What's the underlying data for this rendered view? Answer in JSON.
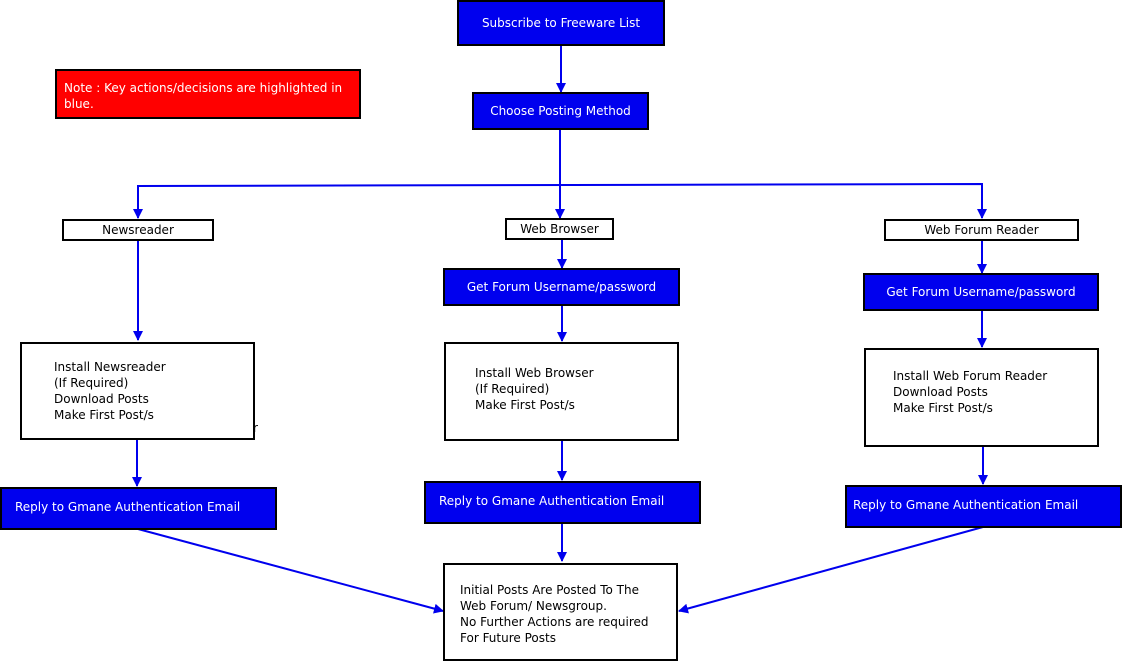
{
  "colors": {
    "key_action": "#0000ee",
    "note": "#ff0000",
    "connector": "#0000ee"
  },
  "note": {
    "text": "Note :  Key actions/decisions are highlighted in blue."
  },
  "top": {
    "subscribe": "Subscribe to Freeware List",
    "choose": "Choose Posting Method"
  },
  "methods": {
    "newsreader": "Newsreader",
    "web_browser": "Web Browser",
    "web_forum_reader": "Web Forum Reader"
  },
  "get_credentials": {
    "web_browser": "Get Forum Username/password",
    "web_forum_reader": "Get Forum Username/password"
  },
  "install": {
    "newsreader": [
      "Install Newsreader",
      "(If Required)",
      "Download Posts",
      "Make First Post/s"
    ],
    "newsreader_stray": "r",
    "web_browser": [
      "Install Web Browser",
      "(If Required)",
      "Make First Post/s"
    ],
    "web_forum_reader": [
      "Install Web Forum Reader",
      "Download Posts",
      "Make First Post/s"
    ]
  },
  "reply": {
    "newsreader": "Reply to Gmane Authentication Email",
    "web_browser": "Reply to Gmane Authentication Email",
    "web_forum_reader": "Reply to Gmane Authentication Email"
  },
  "final": [
    "Initial Posts Are Posted To The",
    "Web Forum/ Newsgroup.",
    "No Further Actions are required",
    "For Future Posts"
  ]
}
